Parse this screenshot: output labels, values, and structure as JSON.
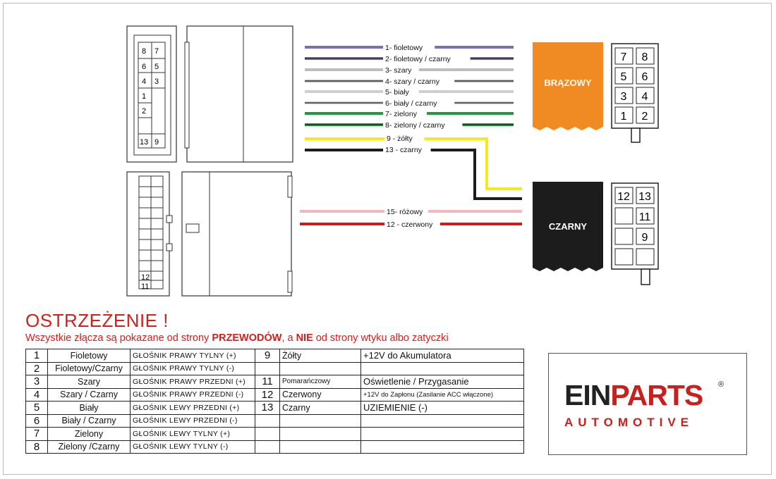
{
  "wires": [
    {
      "label": "1- fioletowy",
      "color": "#7e6fb4",
      "stripe": ""
    },
    {
      "label": "2- fioletowy / czarny",
      "color": "#7e6fb4",
      "stripe": "#222222"
    },
    {
      "label": "3- szary",
      "color": "#bdbdbd",
      "stripe": ""
    },
    {
      "label": "4- szary / czarny",
      "color": "#bdbdbd",
      "stripe": "#222222"
    },
    {
      "label": "5- biały",
      "color": "#e8e8e8",
      "stripe": ""
    },
    {
      "label": "6- biały / czarny",
      "color": "#e8e8e8",
      "stripe": "#222222"
    },
    {
      "label": "7- zielony",
      "color": "#1f9a3f",
      "stripe": ""
    },
    {
      "label": "8- zielony / czarny",
      "color": "#1f9a3f",
      "stripe": "#222222"
    },
    {
      "label": "9 - żółty",
      "color": "#f5ea1a",
      "stripe": ""
    },
    {
      "label": "13 - czarny",
      "color": "#1c1c1c",
      "stripe": ""
    },
    {
      "label": "15- różowy",
      "color": "#f2b8bd",
      "stripe": ""
    },
    {
      "label": "12 - czerwony",
      "color": "#c8201c",
      "stripe": ""
    }
  ],
  "left_connector_top": {
    "pins": [
      "8",
      "7",
      "6",
      "5",
      "4",
      "3",
      "1",
      "2",
      "13",
      "9"
    ]
  },
  "left_connector_bottom": {
    "pins": [
      "12",
      "11"
    ]
  },
  "brown_plug": {
    "label": "BRĄZOWY",
    "color": "#f08a23",
    "pins": [
      "7",
      "8",
      "5",
      "6",
      "3",
      "4",
      "1",
      "2"
    ]
  },
  "black_plug": {
    "label": "CZARNY",
    "color": "#1c1c1c",
    "pins": [
      "12",
      "13",
      "",
      "11",
      "",
      "9",
      "",
      ""
    ]
  },
  "warning": {
    "title": "OSTRZEŻENIE !",
    "sub_before": "Wszystkie złącza są pokazane od strony ",
    "sub_bold1": "PRZEWODÓW",
    "sub_mid": ", a ",
    "sub_bold2": "NIE",
    "sub_after": " od strony wtyku albo zatyczki"
  },
  "table": {
    "rows": [
      [
        "1",
        "Fioletowy",
        "GŁOŚNIK PRAWY TYLNY (+)",
        "9",
        "Żółty",
        "+12V do Akumulatora"
      ],
      [
        "2",
        "Fioletowy/Czarny",
        "GŁOŚNIK PRAWY TYLNY (-)",
        "",
        "",
        ""
      ],
      [
        "3",
        "Szary",
        "GŁOŚNIK PRAWY PRZEDNI (+)",
        "11",
        "Pomarańczowy",
        "Oświetlenie / Przygasanie"
      ],
      [
        "4",
        "Szary / Czarny",
        "GŁOŚNIK PRAWY PRZEDNI (-)",
        "12",
        "Czerwony",
        "+12V do Zapłonu (Zasilanie ACC włączone)"
      ],
      [
        "5",
        "Biały",
        "GŁOŚNIK LEWY PRZEDNI (+)",
        "13",
        "Czarny",
        "UZIEMIENIE (-)"
      ],
      [
        "6",
        "Biały / Czarny",
        "GŁOŚNIK LEWY PRZEDNI (-)",
        "",
        "",
        ""
      ],
      [
        "7",
        "Zielony",
        "GŁOŚNIK LEWY TYLNY (+)",
        "",
        "",
        ""
      ],
      [
        "8",
        "Zielony /Czarny",
        "GŁOŚNIK LEWY TYLNY (-)",
        "",
        "",
        ""
      ]
    ]
  },
  "logo": {
    "part1": "EIN",
    "part2": "PARTS",
    "reg": "®",
    "sub": "AUTOMOTIVE"
  }
}
